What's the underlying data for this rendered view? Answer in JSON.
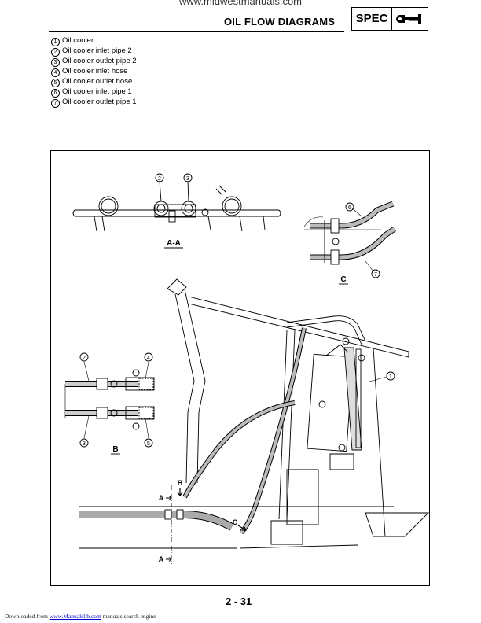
{
  "header": {
    "site_url": "www.midwestmanuals.com",
    "title": "OIL FLOW DIAGRAMS",
    "spec_label": "SPEC",
    "spec_icon": "wrench-icon"
  },
  "legend": [
    {
      "num": "1",
      "label": "Oil cooler"
    },
    {
      "num": "2",
      "label": "Oil cooler inlet pipe 2"
    },
    {
      "num": "3",
      "label": "Oil cooler outlet pipe 2"
    },
    {
      "num": "4",
      "label": "Oil cooler inlet hose"
    },
    {
      "num": "5",
      "label": "Oil cooler outlet hose"
    },
    {
      "num": "6",
      "label": "Oil cooler inlet pipe 1"
    },
    {
      "num": "7",
      "label": "Oil cooler outlet pipe 1"
    }
  ],
  "figure": {
    "callout_1": "1",
    "aa_callout_2": "2",
    "aa_callout_3": "3",
    "aa_label": "A-A",
    "c_callout_6": "6",
    "c_callout_7": "7",
    "c_label": "C",
    "b_callout_2": "2",
    "b_callout_3": "3",
    "b_callout_4": "4",
    "b_callout_5": "5",
    "b_label": "B",
    "arrow_b": "B",
    "arrow_c": "C",
    "arrow_a_top": "A",
    "arrow_a_bottom": "A"
  },
  "page_number": "2 - 31",
  "footer": {
    "prefix": "Downloaded from ",
    "link": "www.Manualslib.com",
    "suffix": " manuals search engine"
  }
}
